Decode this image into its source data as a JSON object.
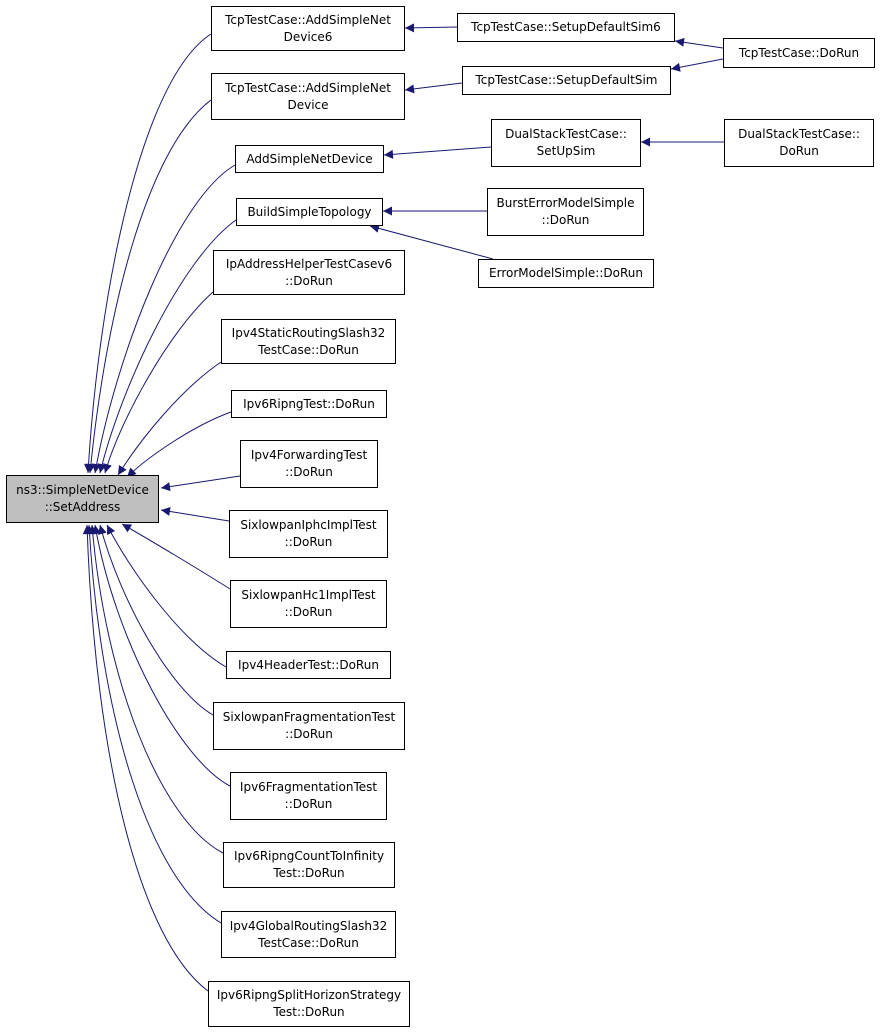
{
  "graph": {
    "colors": {
      "edge": "#191970",
      "border": "#000000",
      "root_fill": "#bfbfbf",
      "node_fill": "#ffffff"
    },
    "root": {
      "id": "set-address",
      "lines": [
        "ns3::SimpleNetDevice",
        "::SetAddress"
      ]
    },
    "nodes": [
      {
        "id": "add-simple-net-device6",
        "lines": [
          "TcpTestCase::AddSimpleNet",
          "Device6"
        ]
      },
      {
        "id": "add-simple-net-device-tcp",
        "lines": [
          "TcpTestCase::AddSimpleNet",
          "Device"
        ]
      },
      {
        "id": "add-simple-net-device",
        "lines": [
          "AddSimpleNetDevice"
        ]
      },
      {
        "id": "build-simple-topology",
        "lines": [
          "BuildSimpleTopology"
        ]
      },
      {
        "id": "ip-address-helper-test",
        "lines": [
          "IpAddressHelperTestCasev6",
          "::DoRun"
        ]
      },
      {
        "id": "ipv4-static-routing-slash32",
        "lines": [
          "Ipv4StaticRoutingSlash32",
          "TestCase::DoRun"
        ]
      },
      {
        "id": "ipv6-ripng-test",
        "lines": [
          "Ipv6RipngTest::DoRun"
        ]
      },
      {
        "id": "ipv4-forwarding-test",
        "lines": [
          "Ipv4ForwardingTest",
          "::DoRun"
        ]
      },
      {
        "id": "sixlowpan-iphc-impl-test",
        "lines": [
          "SixlowpanIphcImplTest",
          "::DoRun"
        ]
      },
      {
        "id": "sixlowpan-hc1-impl-test",
        "lines": [
          "SixlowpanHc1ImplTest",
          "::DoRun"
        ]
      },
      {
        "id": "ipv4-header-test",
        "lines": [
          "Ipv4HeaderTest::DoRun"
        ]
      },
      {
        "id": "sixlowpan-fragmentation-test",
        "lines": [
          "SixlowpanFragmentationTest",
          "::DoRun"
        ]
      },
      {
        "id": "ipv6-fragmentation-test",
        "lines": [
          "Ipv6FragmentationTest",
          "::DoRun"
        ]
      },
      {
        "id": "ipv6-ripng-count-to-infinity",
        "lines": [
          "Ipv6RipngCountToInfinity",
          "Test::DoRun"
        ]
      },
      {
        "id": "ipv4-global-routing-slash32",
        "lines": [
          "Ipv4GlobalRoutingSlash32",
          "TestCase::DoRun"
        ]
      },
      {
        "id": "ipv6-ripng-split-horizon",
        "lines": [
          "Ipv6RipngSplitHorizonStrategy",
          "Test::DoRun"
        ]
      },
      {
        "id": "setup-default-sim6",
        "lines": [
          "TcpTestCase::SetupDefaultSim6"
        ]
      },
      {
        "id": "setup-default-sim",
        "lines": [
          "TcpTestCase::SetupDefaultSim"
        ]
      },
      {
        "id": "dual-stack-setup-sim",
        "lines": [
          "DualStackTestCase::",
          "SetUpSim"
        ]
      },
      {
        "id": "burst-error-model-simple",
        "lines": [
          "BurstErrorModelSimple",
          "::DoRun"
        ]
      },
      {
        "id": "error-model-simple",
        "lines": [
          "ErrorModelSimple::DoRun"
        ]
      },
      {
        "id": "tcp-test-case-dorun",
        "lines": [
          "TcpTestCase::DoRun"
        ]
      },
      {
        "id": "dual-stack-dorun",
        "lines": [
          "DualStackTestCase::",
          "DoRun"
        ]
      }
    ],
    "edges": [
      {
        "from": "add-simple-net-device6",
        "to": "set-address"
      },
      {
        "from": "add-simple-net-device-tcp",
        "to": "set-address"
      },
      {
        "from": "add-simple-net-device",
        "to": "set-address"
      },
      {
        "from": "build-simple-topology",
        "to": "set-address"
      },
      {
        "from": "ip-address-helper-test",
        "to": "set-address"
      },
      {
        "from": "ipv4-static-routing-slash32",
        "to": "set-address"
      },
      {
        "from": "ipv6-ripng-test",
        "to": "set-address"
      },
      {
        "from": "ipv4-forwarding-test",
        "to": "set-address"
      },
      {
        "from": "sixlowpan-iphc-impl-test",
        "to": "set-address"
      },
      {
        "from": "sixlowpan-hc1-impl-test",
        "to": "set-address"
      },
      {
        "from": "ipv4-header-test",
        "to": "set-address"
      },
      {
        "from": "sixlowpan-fragmentation-test",
        "to": "set-address"
      },
      {
        "from": "ipv6-fragmentation-test",
        "to": "set-address"
      },
      {
        "from": "ipv6-ripng-count-to-infinity",
        "to": "set-address"
      },
      {
        "from": "ipv4-global-routing-slash32",
        "to": "set-address"
      },
      {
        "from": "ipv6-ripng-split-horizon",
        "to": "set-address"
      },
      {
        "from": "setup-default-sim6",
        "to": "add-simple-net-device6"
      },
      {
        "from": "setup-default-sim",
        "to": "add-simple-net-device-tcp"
      },
      {
        "from": "dual-stack-setup-sim",
        "to": "add-simple-net-device"
      },
      {
        "from": "burst-error-model-simple",
        "to": "build-simple-topology"
      },
      {
        "from": "error-model-simple",
        "to": "build-simple-topology"
      },
      {
        "from": "tcp-test-case-dorun",
        "to": "setup-default-sim6"
      },
      {
        "from": "tcp-test-case-dorun",
        "to": "setup-default-sim"
      },
      {
        "from": "dual-stack-dorun",
        "to": "dual-stack-setup-sim"
      }
    ]
  }
}
